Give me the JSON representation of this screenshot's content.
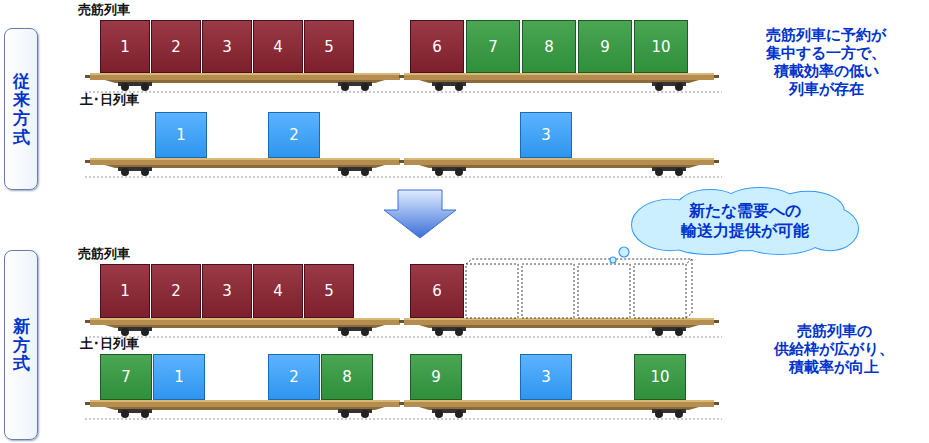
{
  "diagram": {
    "nodes": [
      {
        "text": [
          "従来方式"
        ]
      },
      {
        "text": [
          "1"
        ]
      },
      {
        "text": [
          "2"
        ]
      },
      {
        "text": [
          "3"
        ]
      },
      {
        "text": [
          "4"
        ]
      },
      {
        "text": [
          "5"
        ]
      },
      {
        "text": [
          "6"
        ]
      },
      {
        "text": [
          "7"
        ]
      },
      {
        "text": [
          "8"
        ]
      },
      {
        "text": [
          "9"
        ]
      },
      {
        "text": [
          "10"
        ]
      },
      {
        "text": [
          "1"
        ]
      },
      {
        "text": [
          "2"
        ]
      },
      {
        "text": [
          "3"
        ]
      },
      {
        "text": [
          "新たな需要への 輸送力提供が可能"
        ]
      },
      {
        "text": [
          "新方式"
        ]
      },
      {
        "text": [
          "1"
        ]
      },
      {
        "text": [
          "2"
        ]
      },
      {
        "text": [
          "3"
        ]
      },
      {
        "text": [
          "4"
        ]
      },
      {
        "text": [
          "5"
        ]
      },
      {
        "text": [
          "6"
        ]
      },
      {
        "text": [
          "7"
        ]
      },
      {
        "text": [
          "1"
        ]
      },
      {
        "text": [
          "2"
        ]
      },
      {
        "text": [
          "8"
        ]
      },
      {
        "text": [
          "9"
        ]
      },
      {
        "text": [
          "3"
        ]
      },
      {
        "text": [
          "10"
        ]
      }
    ],
    "labels": [
      "売筋列車",
      "売筋列車に予約が 集中する一方で、 積載効率の低い 列車が存在",
      "土･日列車",
      "売筋列車",
      "売筋列車の 供給枠が広がり、 積載率が向上",
      "土･日列車"
    ]
  }
}
